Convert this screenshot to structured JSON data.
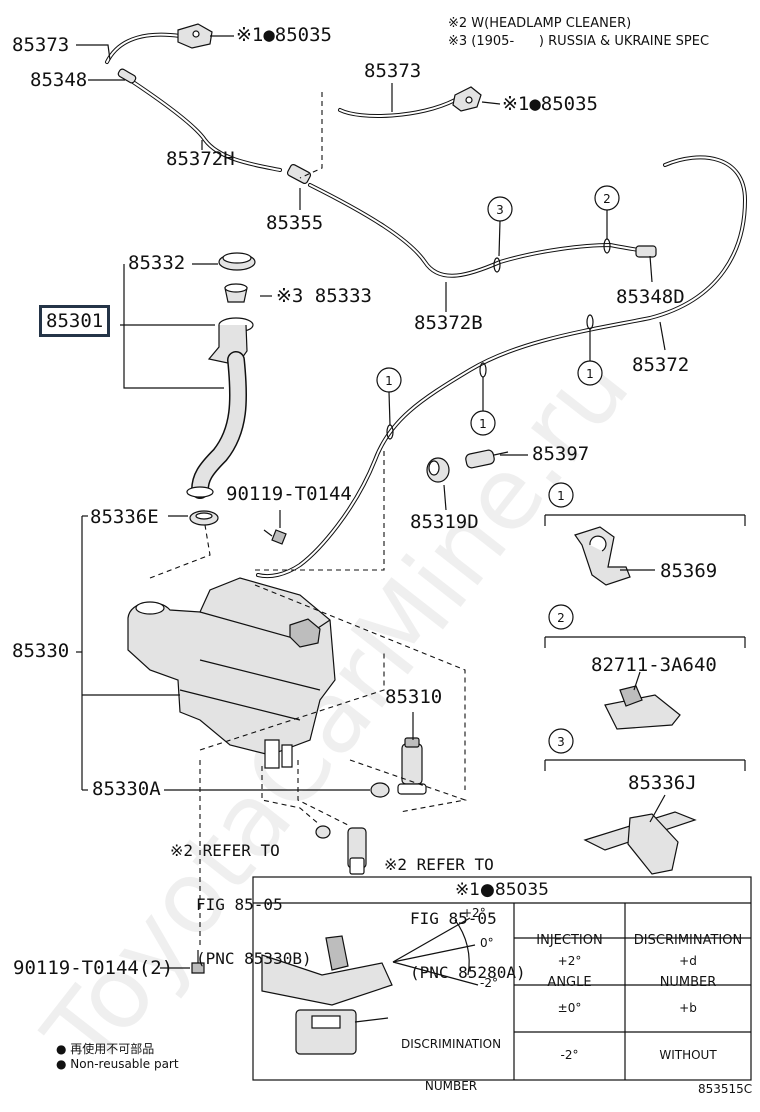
{
  "notes": {
    "note2": "※2 W(HEADLAMP CLEANER)",
    "note3": "※3 (1905-      ) RUSSIA & UKRAINE SPEC"
  },
  "parts": {
    "p85373a": "85373",
    "p85035a": "※1●85035",
    "p85348": "85348",
    "p85373b": "85373",
    "p85035b": "※1●85035",
    "p85372H": "85372H",
    "p85355": "85355",
    "p85332": "85332",
    "p85333": "※3 85333",
    "p85301": "85301",
    "p85372B": "85372B",
    "p85348D": "85348D",
    "p85372": "85372",
    "p85397": "85397",
    "p90119a": "90119-T0144",
    "p85319D": "85319D",
    "p85336E": "85336E",
    "p85369": "85369",
    "p85330": "85330",
    "p82711": "82711-3A640",
    "p85310": "85310",
    "p85330A": "85330A",
    "p85336J": "85336J",
    "p90119b": "90119-T0144(2)"
  },
  "refs": {
    "ref1_line1": "※2 REFER TO",
    "ref1_line2": "FIG 85-05",
    "ref1_line3": "(PNC 85330B)",
    "ref2_line1": "※2 REFER TO",
    "ref2_line2": "FIG 85-05",
    "ref2_line3": "(PNC 85280A)"
  },
  "callouts": {
    "c1": "1",
    "c2": "2",
    "c3": "3"
  },
  "table": {
    "title": "※1●85035",
    "col_angle": [
      "INJECTION",
      "ANGLE"
    ],
    "col_disc": [
      "DISCRIMINATION",
      "NUMBER"
    ],
    "rows": [
      {
        "angle": "+2°",
        "number": "+d"
      },
      {
        "angle": "±0°",
        "number": "+b"
      },
      {
        "angle": "-2°",
        "number": "WITHOUT"
      }
    ],
    "angle_top": "+2°",
    "angle_mid": "0°",
    "angle_bot": "-2°",
    "disc_label": [
      "DISCRIMINATION",
      "NUMBER"
    ]
  },
  "legend": {
    "jp": "● 再使用不可部品",
    "en": "● Non-reusable part"
  },
  "figure_id": "853515C",
  "watermark": "ToyotaCarMine.ru"
}
